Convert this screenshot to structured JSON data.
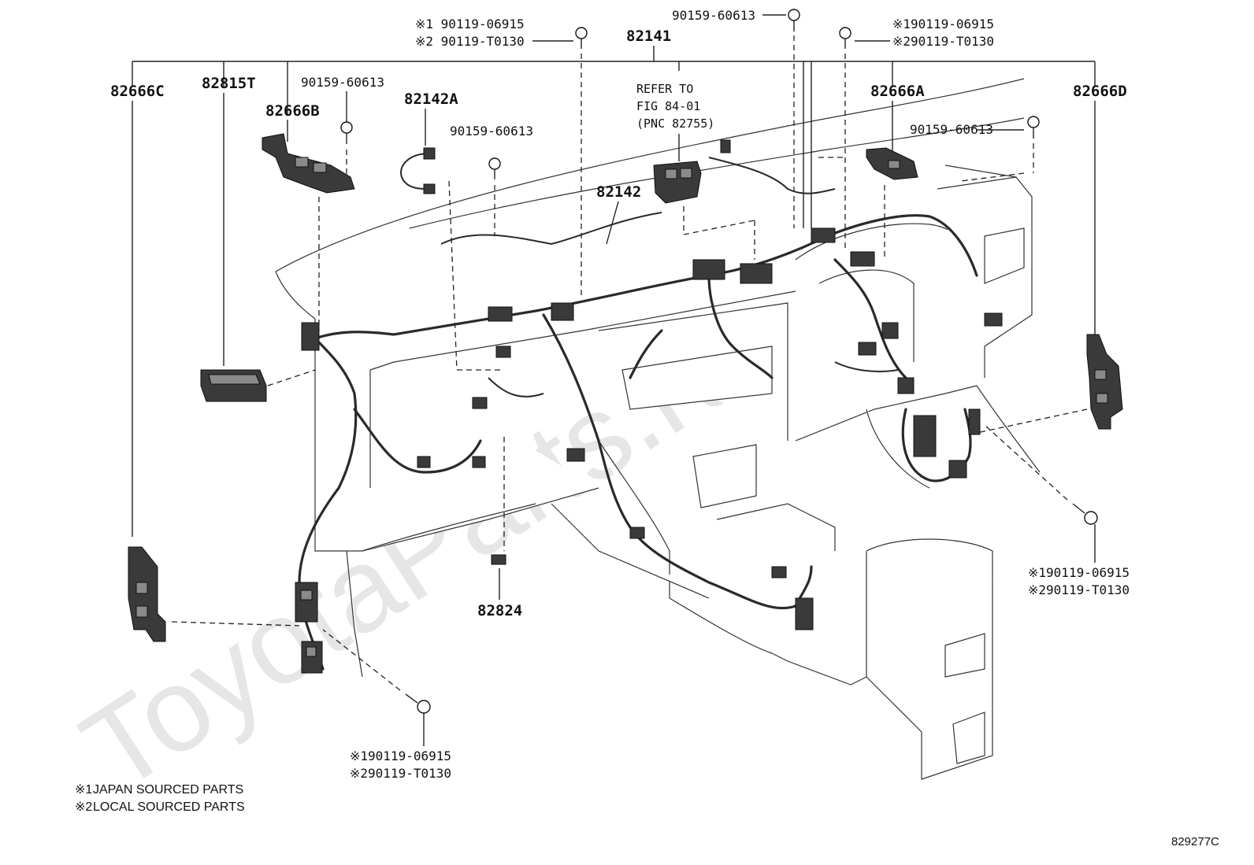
{
  "watermark": "ToyotaParts.ru",
  "figure_code": "829277C",
  "legend": [
    {
      "mark": "※1",
      "text": "JAPAN SOURCED PARTS"
    },
    {
      "mark": "※2",
      "text": "LOCAL SOURCED PARTS"
    }
  ],
  "refer_note": [
    "REFER TO",
    "FIG 84-01",
    "(PNC 82755)"
  ],
  "parts": {
    "p82141": "82141",
    "p82666C": "82666C",
    "p82815T": "82815T",
    "p82666B": "82666B",
    "p82142A": "82142A",
    "p82142": "82142",
    "p82666A": "82666A",
    "p82666D": "82666D",
    "p82824": "82824"
  },
  "bolts": {
    "b60613_top": "90159-60613",
    "b60613_left": "90159-60613",
    "b60613_mid": "90159-60613",
    "b60613_right": "90159-60613"
  },
  "alt_bolts": {
    "top_left": [
      "※1 90119-06915",
      "※2 90119-T0130"
    ],
    "top_right": [
      "※190119-06915",
      "※290119-T0130"
    ],
    "right": [
      "※190119-06915",
      "※290119-T0130"
    ],
    "bottom": [
      "※190119-06915",
      "※290119-T0130"
    ]
  }
}
